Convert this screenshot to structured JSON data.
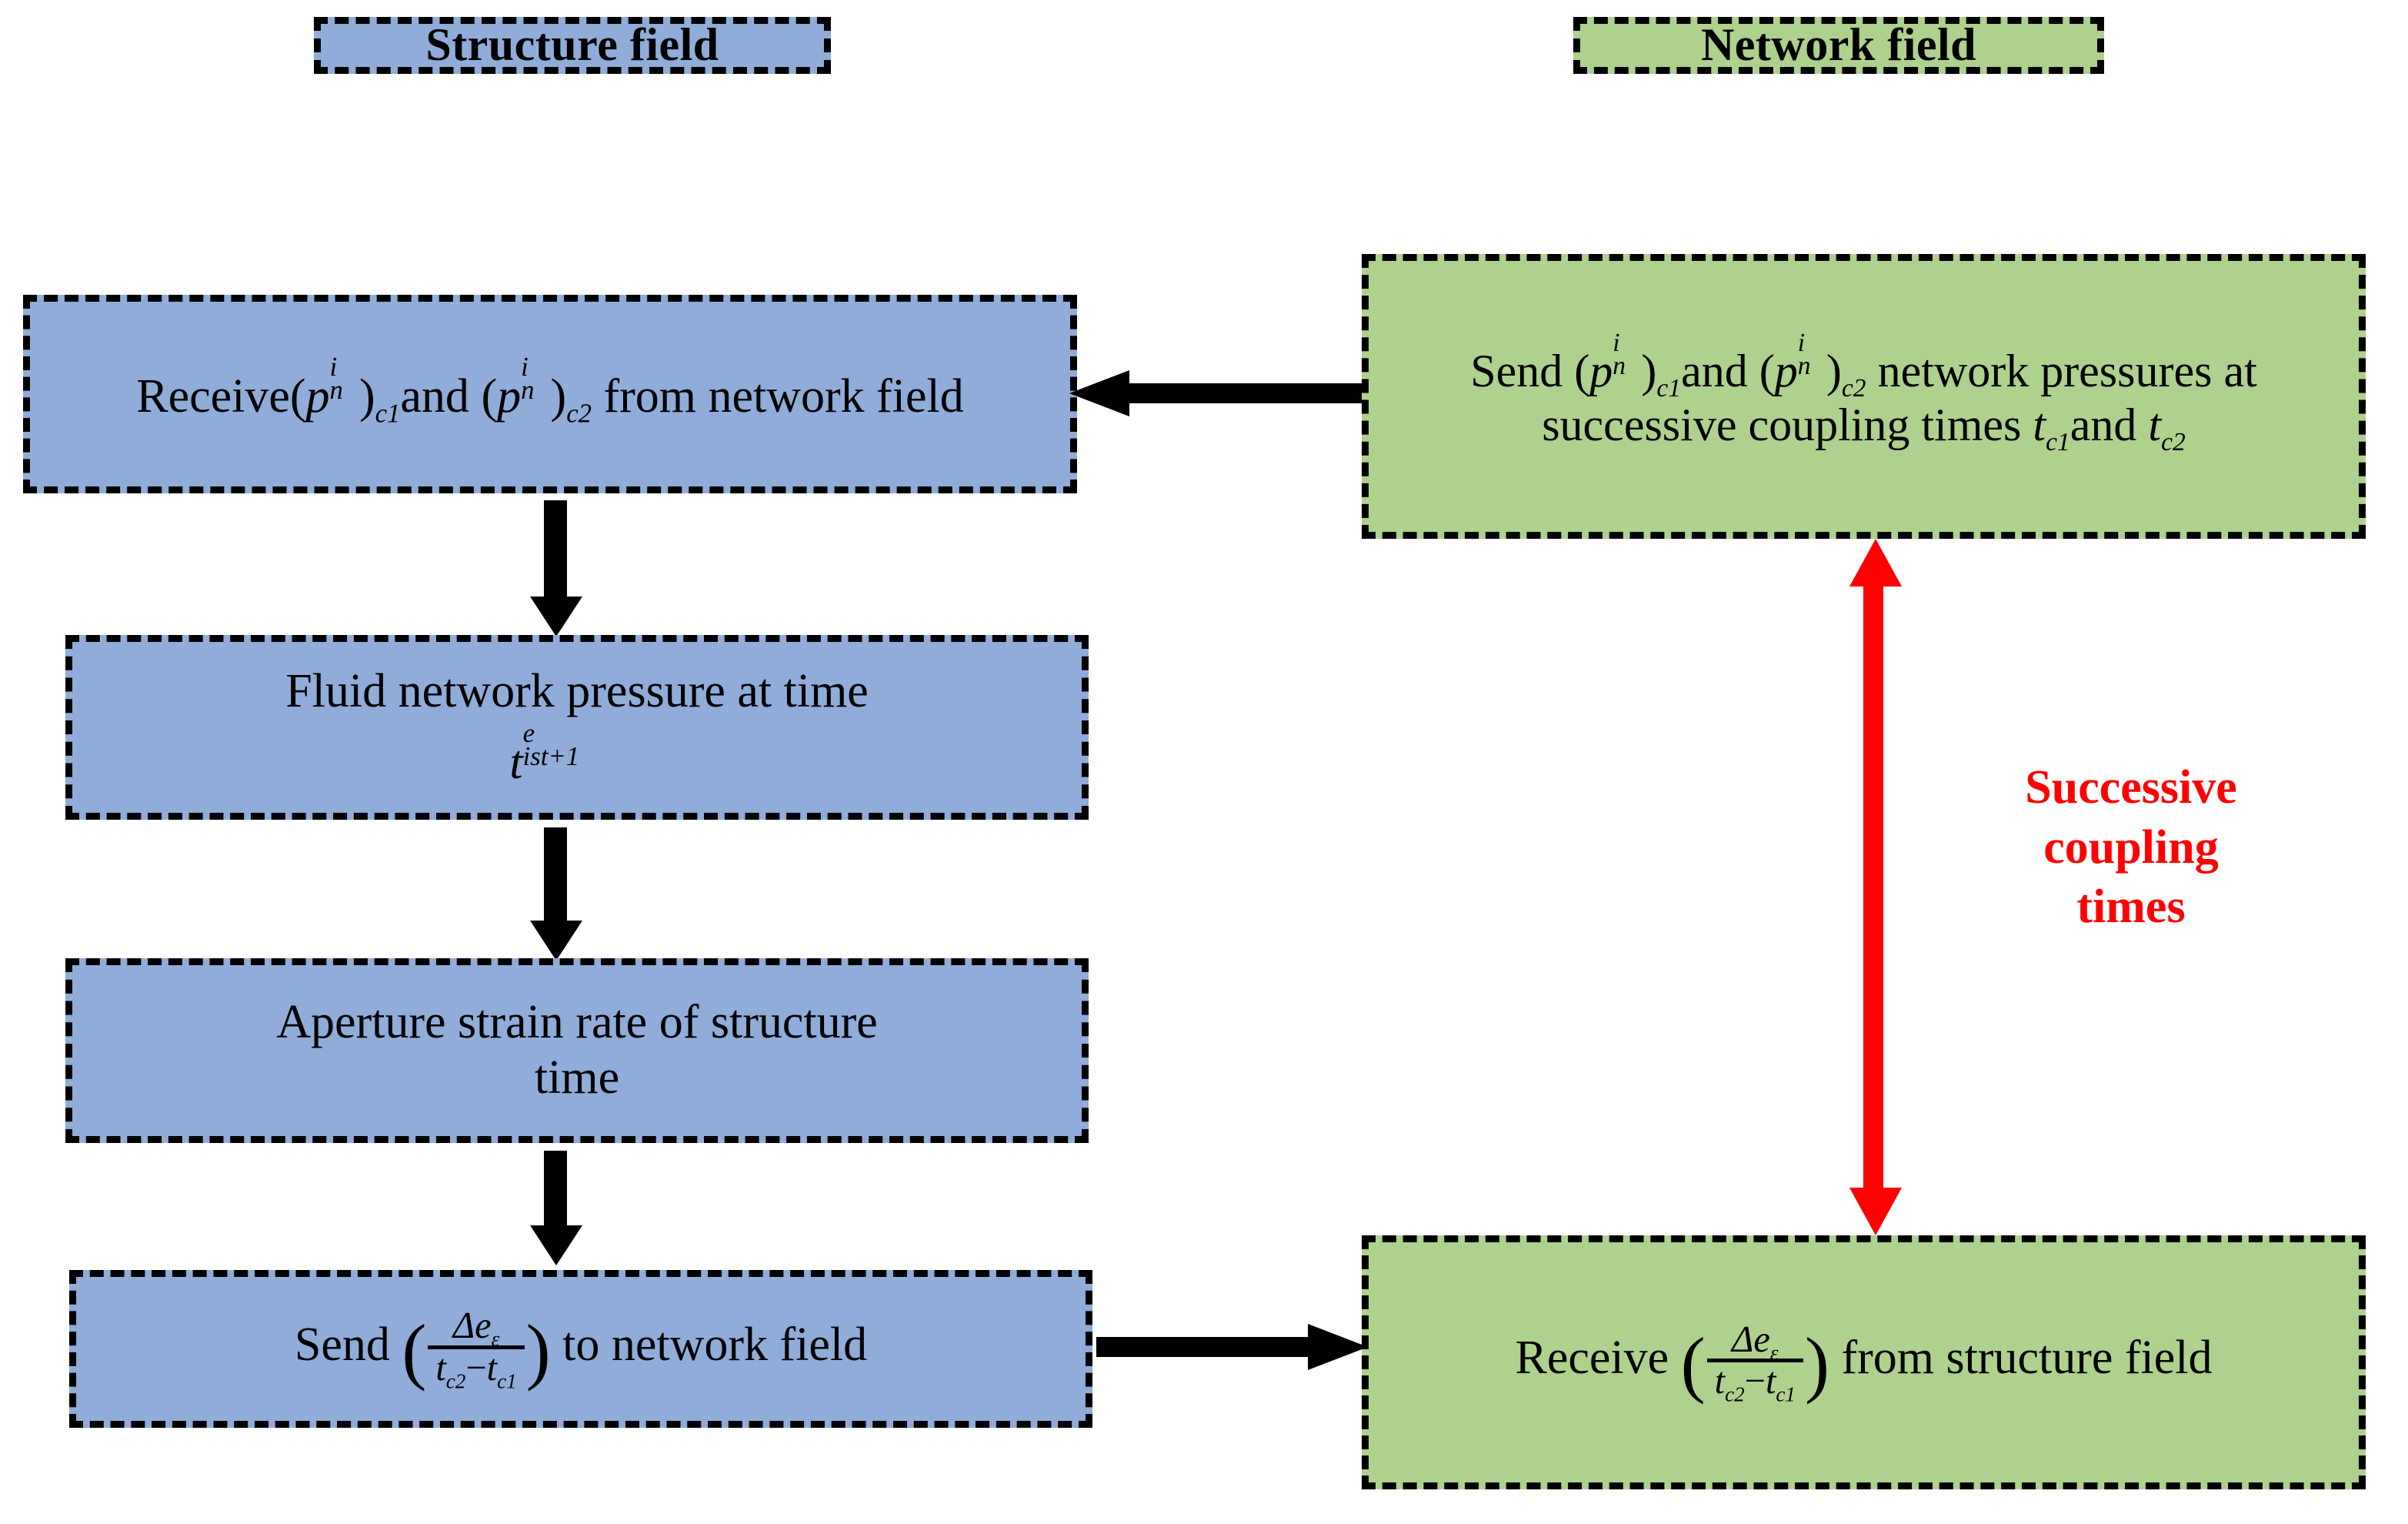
{
  "diagram": {
    "title_bar": {
      "structure_field": "Structure field",
      "network_field": "Network field"
    },
    "colors": {
      "structure_fill": "#90acd8",
      "network_fill": "#aed18e",
      "border": "#000000",
      "annotation": "#ff0000"
    },
    "nodes": [
      {
        "id": "structure-receive-pressures",
        "column": "structure",
        "text": "Receive(pⁿᵢ)c1 and (pⁿᵢ)c2 from network field",
        "parts": {
          "lead": "Receive",
          "var": "p",
          "sup": "i",
          "sub": "n",
          "tag1": "c1",
          "conj": "and",
          "tag2": "c2",
          "tail": "from network field"
        }
      },
      {
        "id": "structure-fluid-pressure",
        "column": "structure",
        "parts": {
          "line1": "Fluid network pressure at time",
          "var": "t",
          "sup": "e",
          "sub": "ist+1"
        }
      },
      {
        "id": "structure-aperture-strain-rate",
        "column": "structure",
        "parts": {
          "line1": "Aperture strain rate of structure",
          "line2": "time"
        }
      },
      {
        "id": "structure-send-strain",
        "column": "structure",
        "parts": {
          "lead": "Send",
          "num_delta": "Δe",
          "num_sub": "ε",
          "den_t": "t",
          "den_sub1": "c2",
          "den_minus": "−",
          "den_sub2": "c1",
          "tail": "to network field"
        }
      },
      {
        "id": "network-send-pressures",
        "column": "network",
        "parts": {
          "lead": "Send",
          "var": "p",
          "sup": "i",
          "sub": "n",
          "tag1": "c1",
          "conj": "and",
          "tag2": "c2",
          "mid": "network pressures at successive coupling times",
          "t": "t",
          "t_sub1": "c1",
          "t_conj": "and",
          "t_sub2": "c2"
        }
      },
      {
        "id": "network-receive-strain",
        "column": "network",
        "parts": {
          "lead": "Receive",
          "num_delta": "Δe",
          "num_sub": "ε",
          "den_t": "t",
          "den_sub1": "c2",
          "den_minus": "−",
          "den_sub2": "c1",
          "tail": "from structure",
          "tail2": "field"
        }
      }
    ],
    "annotation": {
      "successive_coupling_times": "Successive coupling times",
      "line1": "Successive",
      "line2": "coupling",
      "line3": "times"
    }
  }
}
